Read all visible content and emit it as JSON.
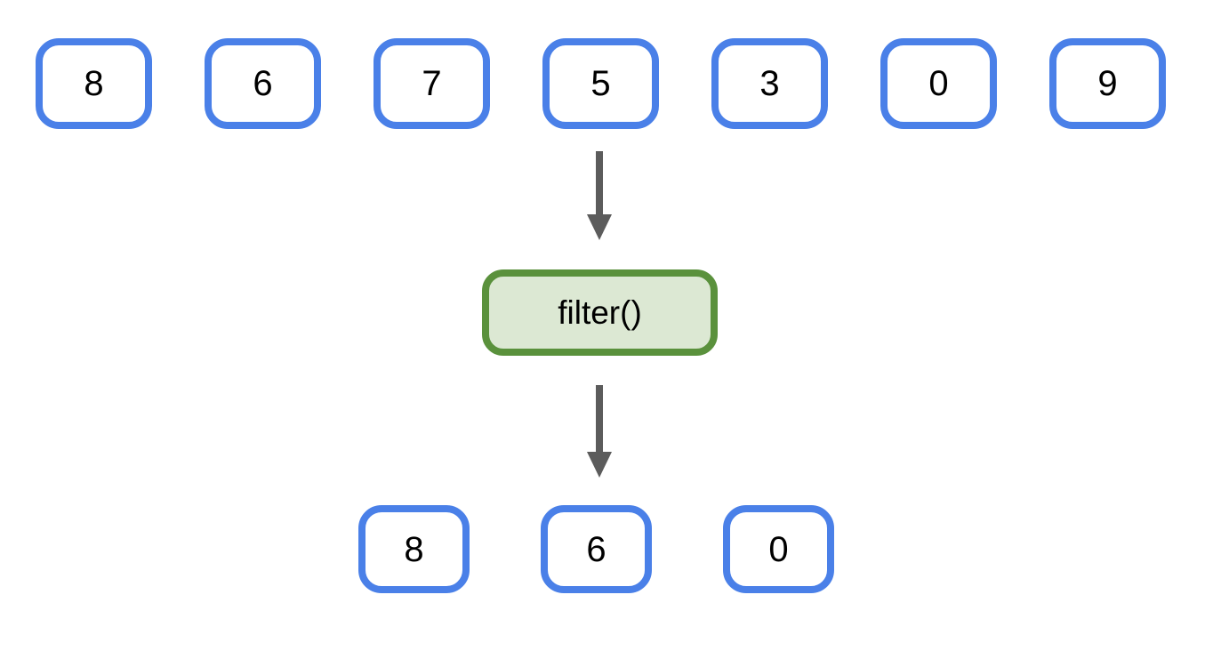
{
  "diagram": {
    "function_label": "filter()",
    "input_values": [
      "8",
      "6",
      "7",
      "5",
      "3",
      "0",
      "9"
    ],
    "output_values": [
      "8",
      "6",
      "0"
    ]
  },
  "colors": {
    "bg": "#ffffff",
    "box_blue": "#4a80e8",
    "filter_border": "#5a913c",
    "filter_fill": "#dce8d3",
    "arrow_gray": "#5c5c5c",
    "text_black": "#000000"
  }
}
